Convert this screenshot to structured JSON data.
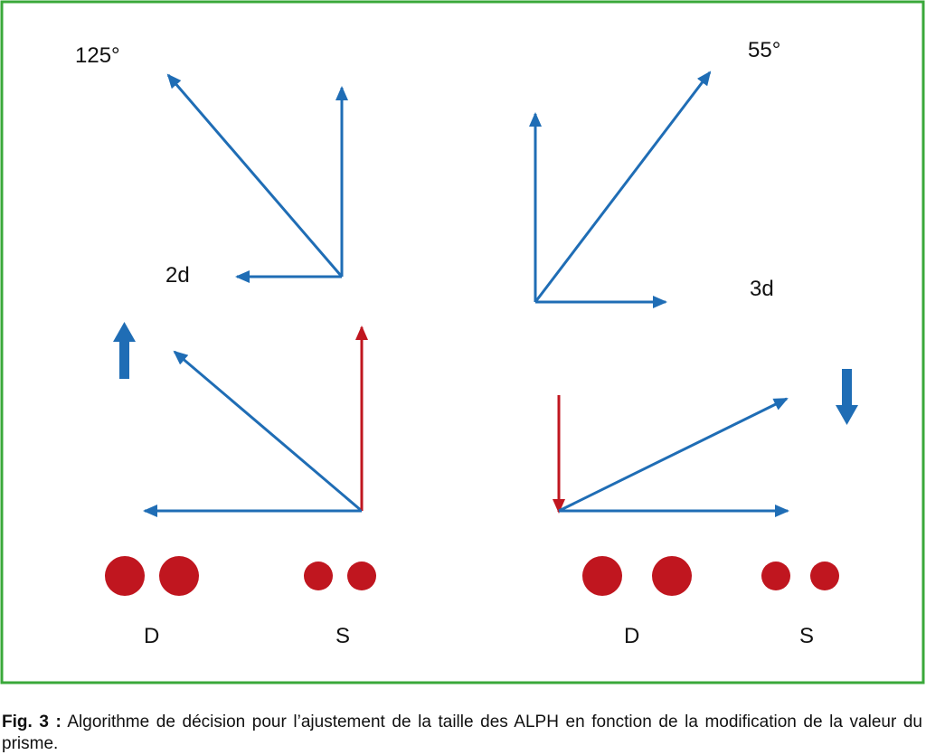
{
  "colors": {
    "frame": "#3aa83a",
    "blue": "#1f6db5",
    "red": "#c0161f"
  },
  "labels": {
    "angle_left": "125°",
    "angle_right": "55°",
    "prism_left": "2d",
    "prism_right": "3d",
    "eye_left_D": "D",
    "eye_left_S": "S",
    "eye_right_D": "D",
    "eye_right_S": "S"
  },
  "caption": {
    "prefix": "Fig. 3 :",
    "text": " Algorithme de décision pour l’ajustement de la taille des ALPH en fonction de la modification de la valeur du prisme."
  }
}
